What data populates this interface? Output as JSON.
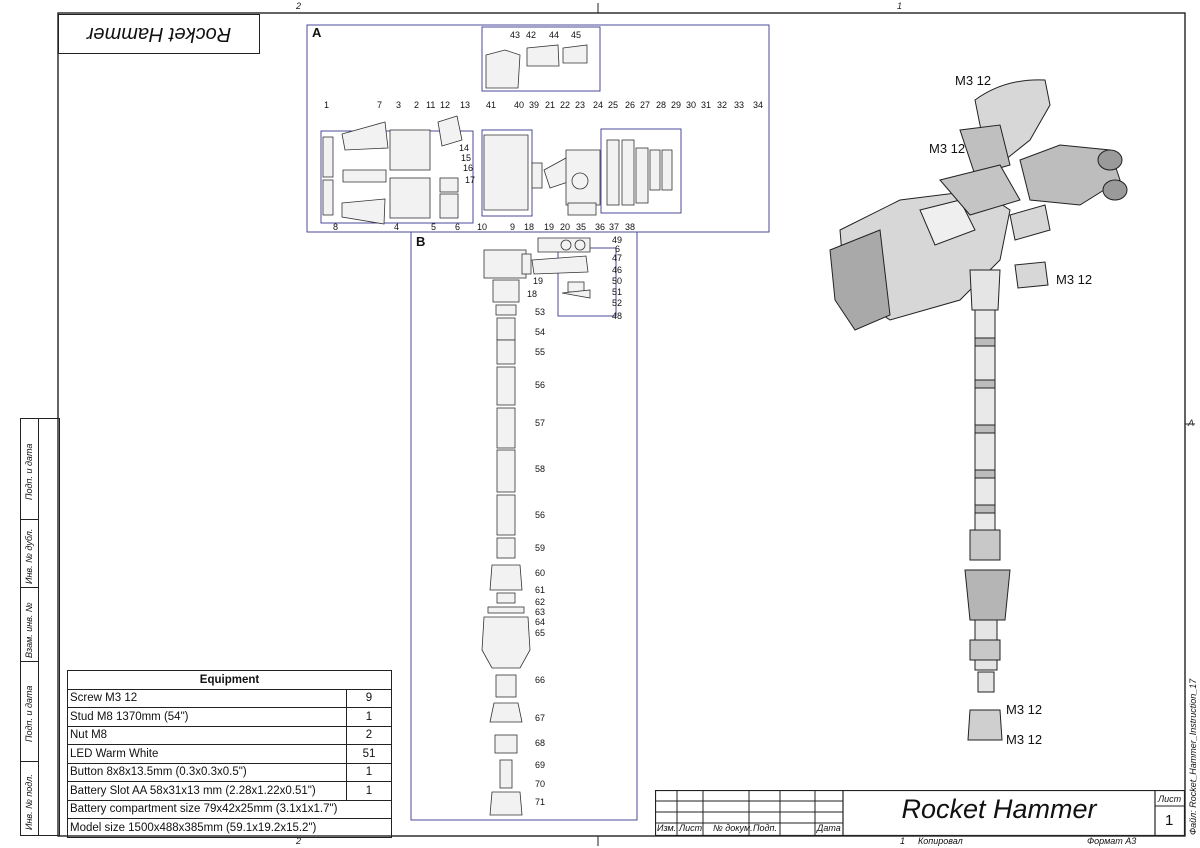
{
  "sheet": {
    "top_zone_left": "2",
    "top_zone_right": "1",
    "bottom_zone_left": "2",
    "bottom_zone_right": "1",
    "right_zone": "A",
    "reversed_title": "Rocket Hammer",
    "file_label": "Файл: Rocket_Hammer_Instruction_17"
  },
  "side_strip": [
    "Подп. и дата",
    "Инв. № дубл.",
    "Взам. инв. №",
    "Подп. и дата",
    "Инв. № подл."
  ],
  "callouts": {
    "group_a": "A",
    "group_b": "B",
    "parts_top": [
      "43",
      "42",
      "44",
      "45"
    ],
    "parts_row1": [
      "1",
      "7",
      "3",
      "2",
      "11",
      "12",
      "13",
      "41",
      "40",
      "39",
      "21",
      "22",
      "23",
      "24",
      "25",
      "26",
      "27",
      "28",
      "29",
      "30",
      "31",
      "32",
      "33",
      "34"
    ],
    "parts_mid": [
      "14",
      "15",
      "16",
      "17"
    ],
    "parts_bottom_a": [
      "8",
      "4",
      "5",
      "6",
      "10",
      "9",
      "18",
      "19",
      "20",
      "35",
      "36",
      "37",
      "38"
    ],
    "parts_b": [
      "49",
      "6",
      "47",
      "46",
      "50",
      "51",
      "52",
      "48",
      "19",
      "18"
    ],
    "parts_shaft": [
      "53",
      "54",
      "55",
      "56",
      "57",
      "58",
      "56",
      "59",
      "60",
      "61",
      "62",
      "63",
      "64",
      "65",
      "66",
      "67",
      "68",
      "69",
      "70",
      "71"
    ],
    "screws": [
      "M3 12",
      "M3 12",
      "M3 12",
      "M3 12",
      "M3 12"
    ]
  },
  "equipment": {
    "title": "Equipment",
    "rows": [
      {
        "name": "Screw M3 12",
        "qty": "9"
      },
      {
        "name": "Stud M8 1370mm (54\")",
        "qty": "1"
      },
      {
        "name": "Nut M8",
        "qty": "2"
      },
      {
        "name": "LED Warm White",
        "qty": "51"
      },
      {
        "name": "Button 8x8x13.5mm (0.3x0.3x0.5\")",
        "qty": "1"
      },
      {
        "name": "Battery Slot AA 58x31x13 mm (2.28x1.22x0.51\")",
        "qty": "1"
      },
      {
        "name": "Battery compartment size 79x42x25mm (3.1x1x1.7\")",
        "qty": ""
      },
      {
        "name": "Model size 1500x488x385mm (59.1x19.2x15.2\")",
        "qty": ""
      }
    ]
  },
  "title_block": {
    "title": "Rocket Hammer",
    "col_izm": "Изм.",
    "col_list": "Лист",
    "col_doc": "№ докум.",
    "col_podp": "Подп.",
    "col_data": "Дата",
    "sheet_label": "Лист",
    "sheet_no": "1",
    "below_num": "1",
    "copied": "Копировал",
    "format": "Формат А3"
  }
}
